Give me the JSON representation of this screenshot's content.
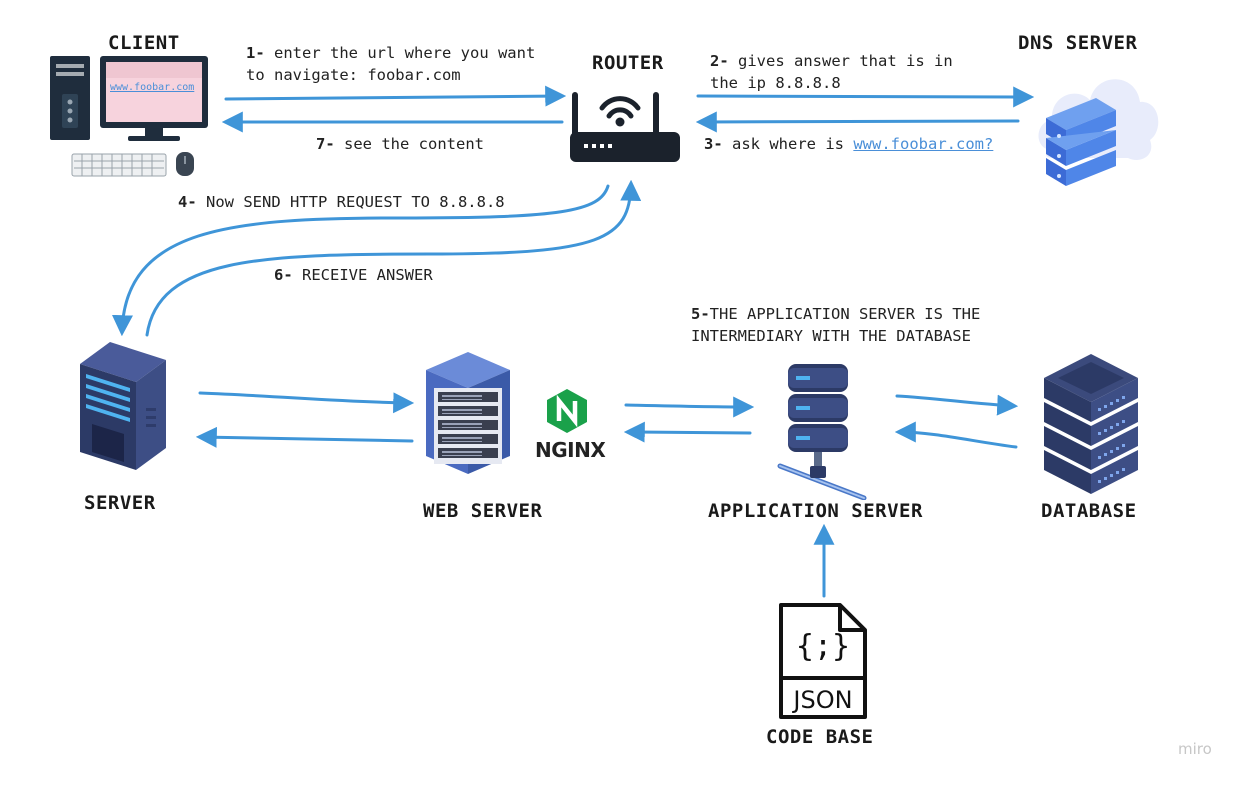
{
  "nodes": {
    "client": "CLIENT",
    "router": "ROUTER",
    "dns": "DNS SERVER",
    "server": "SERVER",
    "web_server": "WEB SERVER",
    "app_server": "APPLICATION SERVER",
    "database": "DATABASE",
    "code_base": "CODE BASE"
  },
  "screen_url": "www.foobar.com",
  "nginx": "NGINX",
  "json_label": "JSON",
  "json_braces": "{;}",
  "steps": {
    "s1_num": "1-",
    "s1_line1": "enter the url where you want",
    "s1_line2": "to navigate: foobar.com",
    "s2_num": "2-",
    "s2_line1": "gives answer that is in",
    "s2_line2": "the ip 8.8.8.8",
    "s3_num": "3-",
    "s3_text": "ask where is",
    "s3_link": "www.foobar.com?",
    "s4_num": "4-",
    "s4_text": "Now SEND HTTP REQUEST TO 8.8.8.8",
    "s5_num": "5-",
    "s5_line1": "THE APPLICATION SERVER IS THE",
    "s5_line2": "INTERMEDIARY WITH THE DATABASE",
    "s6_num": "6-",
    "s6_text": "RECEIVE ANSWER",
    "s7_num": "7-",
    "s7_text": "see the content"
  },
  "watermark": "miro",
  "colors": {
    "arrow": "#3f95d8",
    "server_dark": "#2c3a66",
    "server_accent": "#4fb3f0",
    "cloud": "#e8ecfb"
  }
}
